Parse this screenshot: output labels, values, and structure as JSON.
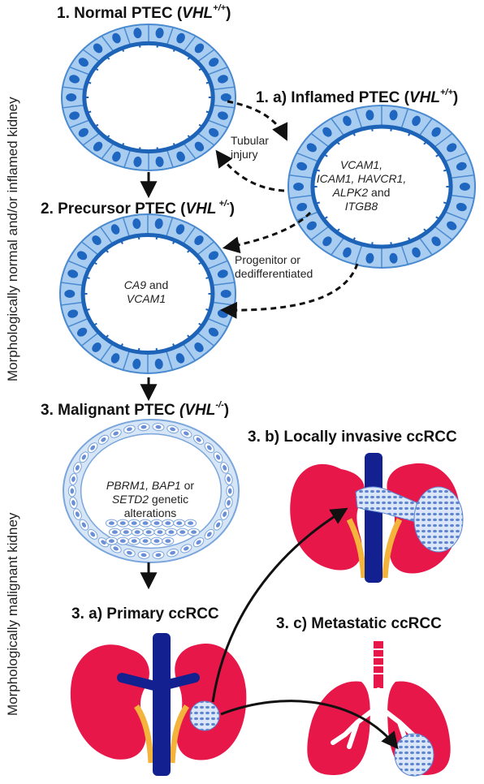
{
  "side_labels": {
    "top": "Morphologically normal and/or inflamed kidney",
    "bottom": "Morphologically malignant kidney"
  },
  "stages": {
    "normal": {
      "prefix": "1. Normal PTEC (",
      "gene": "VHL",
      "sup": "+/+",
      "suffix": ")"
    },
    "inflamed": {
      "prefix": "1. a) Inflamed PTEC (",
      "gene": "VHL",
      "sup": "+/+",
      "suffix": ")"
    },
    "precursor": {
      "prefix": "2. Precursor PTEC (",
      "gene": "VHL",
      "sup": " +/-",
      "suffix": ")"
    },
    "malignant": {
      "prefix": "3. Malignant PTEC ",
      "gene": "(VHL",
      "sup": "-/-",
      "suffix": ")"
    },
    "primary": "3. a) Primary ccRCC",
    "invasive": "3. b) Locally invasive ccRCC",
    "metastatic": "3. c) Metastatic ccRCC"
  },
  "notes": {
    "tubular_injury": [
      "Tubular",
      "injury"
    ],
    "progenitor": [
      "Progenitor or",
      "dedifferentiated"
    ],
    "inflamed_markers": {
      "line1": "VCAM1,",
      "line2": "ICAM1, HAVCR1,",
      "line3_gene": "ALPK2",
      "line3_rest": " and",
      "line4": "ITGB8"
    },
    "precursor_markers": {
      "gene1": "CA9",
      "rest1": " and",
      "gene2": "VCAM1"
    },
    "malignant_markers": {
      "genes": "PBRM1, BAP1",
      "rest1": " or",
      "gene3": "SETD2",
      "rest2": " genetic",
      "line3": "alterations"
    }
  },
  "colors": {
    "cell_fill": "#a9cdf0",
    "cell_stroke": "#4a8ad0",
    "nucleus": "#1e66c0",
    "lumen_ring": "#1d63b8",
    "kidney": "#e8174a",
    "vessel": "#13208f",
    "ureter": "#f4b33a",
    "tumor": "#6b8fd6",
    "arrow": "#111111"
  }
}
